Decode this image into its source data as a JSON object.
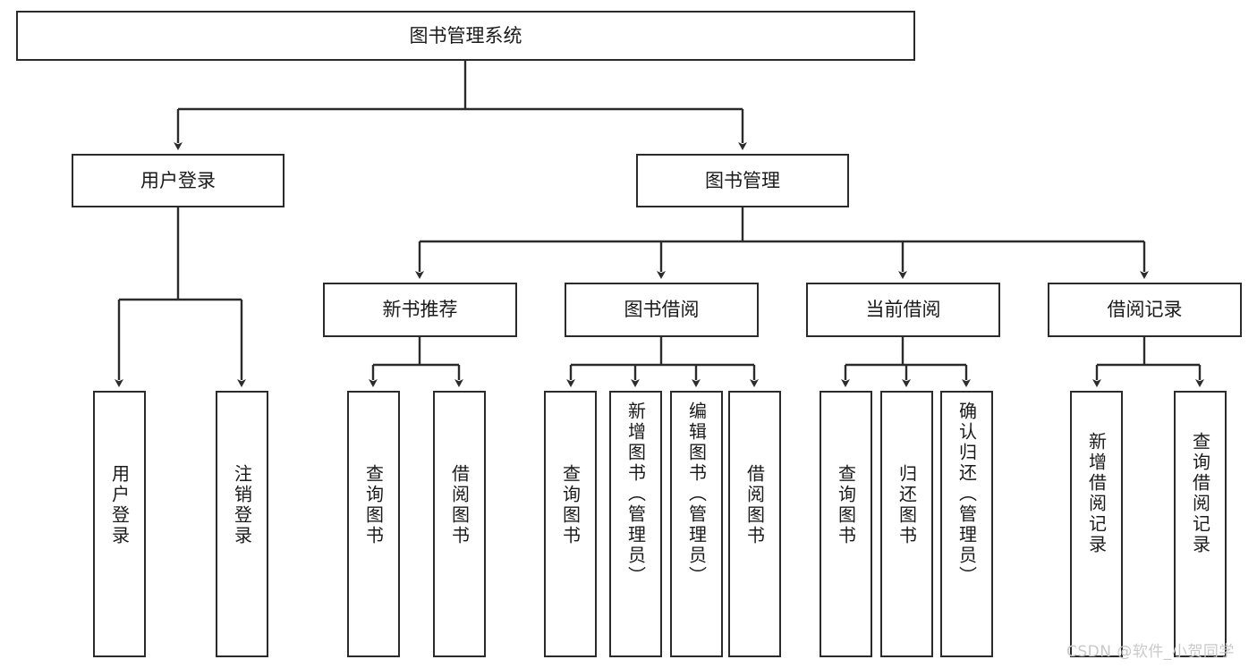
{
  "diagram": {
    "title": "图书管理系统",
    "type": "tree-hierarchy-diagram",
    "root": {
      "label": "图书管理系统"
    },
    "level2": [
      {
        "label": "用户登录"
      },
      {
        "label": "图书管理"
      }
    ],
    "level3": [
      {
        "label": "新书推荐"
      },
      {
        "label": "图书借阅"
      },
      {
        "label": "当前借阅"
      },
      {
        "label": "借阅记录"
      }
    ],
    "leaves": {
      "user_login": [
        {
          "label": "用户登录"
        },
        {
          "label": "注销登录"
        }
      ],
      "new_book_recommend": [
        {
          "label": "查询图书"
        },
        {
          "label": "借阅图书"
        }
      ],
      "book_borrow": [
        {
          "label": "查询图书"
        },
        {
          "label": "新增图书（管理员）"
        },
        {
          "label": "编辑图书（管理员）"
        },
        {
          "label": "借阅图书"
        }
      ],
      "current_borrow": [
        {
          "label": "查询图书"
        },
        {
          "label": "归还图书"
        },
        {
          "label": "确认归还（管理员）"
        }
      ],
      "borrow_record": [
        {
          "label": "新增借阅记录"
        },
        {
          "label": "查询借阅记录"
        }
      ]
    }
  },
  "watermark": {
    "text": "CSDN @软件_小贺同学"
  },
  "colors": {
    "stroke": "#2b2b2b",
    "fill": "#ffffff",
    "text": "#1a1a1a",
    "watermark": "#c9c9c9"
  }
}
